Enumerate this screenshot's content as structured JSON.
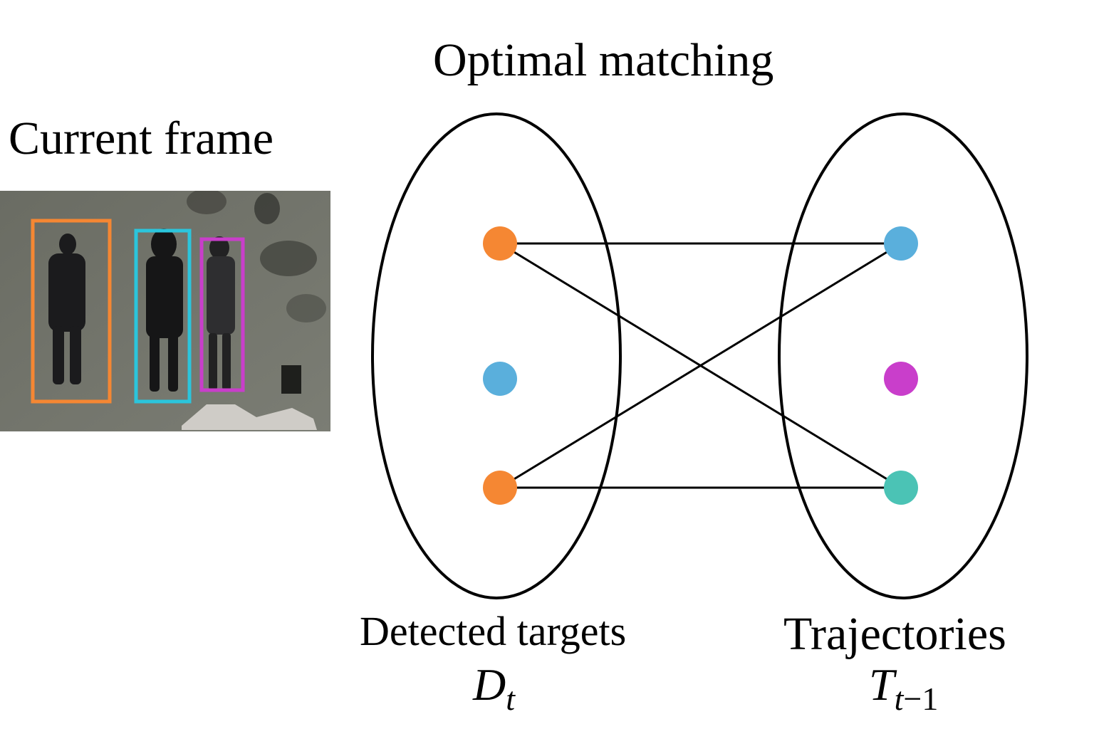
{
  "titles": {
    "optimal": "Optimal matching",
    "current": "Current frame"
  },
  "sets": {
    "detected": {
      "label": "Detected targets",
      "symbol_base": "D",
      "symbol_sub": "t"
    },
    "trajectories": {
      "label": "Trajectories",
      "symbol_base": "T",
      "symbol_sub_var": "t",
      "symbol_sub_rest": "−1"
    }
  },
  "colors": {
    "orange": "#f58733",
    "blue": "#5aafdc",
    "magenta": "#c93ecb",
    "teal": "#4bc3b5",
    "cyan_box": "#2bc5dc",
    "ellipse": "#000000",
    "frame_bg": "#6d6f66"
  },
  "nodes": {
    "left": [
      {
        "id": "d1",
        "color": "orange"
      },
      {
        "id": "d2",
        "color": "blue"
      },
      {
        "id": "d3",
        "color": "orange"
      }
    ],
    "right": [
      {
        "id": "t1",
        "color": "blue"
      },
      {
        "id": "t2",
        "color": "magenta"
      },
      {
        "id": "t3",
        "color": "teal"
      }
    ]
  },
  "edges": [
    [
      "d1",
      "t1"
    ],
    [
      "d1",
      "t3"
    ],
    [
      "d3",
      "t1"
    ],
    [
      "d3",
      "t3"
    ]
  ],
  "frame_boxes": [
    {
      "id": "person-1",
      "color": "orange"
    },
    {
      "id": "person-2",
      "color": "cyan_box"
    },
    {
      "id": "person-3",
      "color": "magenta"
    }
  ]
}
